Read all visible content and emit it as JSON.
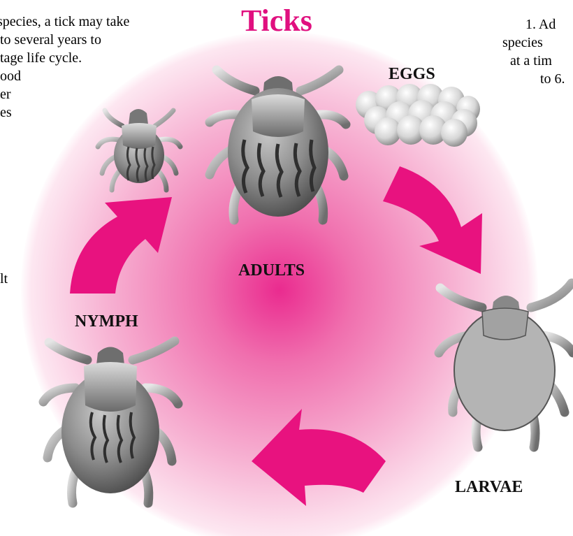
{
  "title": "Ticks",
  "left_text": [
    "species, a tick may take",
    " to several years to",
    "tage life cycle.",
    "ood",
    "er",
    "es",
    "lt"
  ],
  "right_text": [
    "1.  Ad",
    "species",
    "at a tim",
    "to 6."
  ],
  "stages": {
    "eggs": "EGGS",
    "adults": "ADULTS",
    "larvae": "LARVAE",
    "nymph": "NYMPH"
  },
  "colors": {
    "accent": "#e0107f",
    "tick_gray": "#8a8a8a"
  }
}
